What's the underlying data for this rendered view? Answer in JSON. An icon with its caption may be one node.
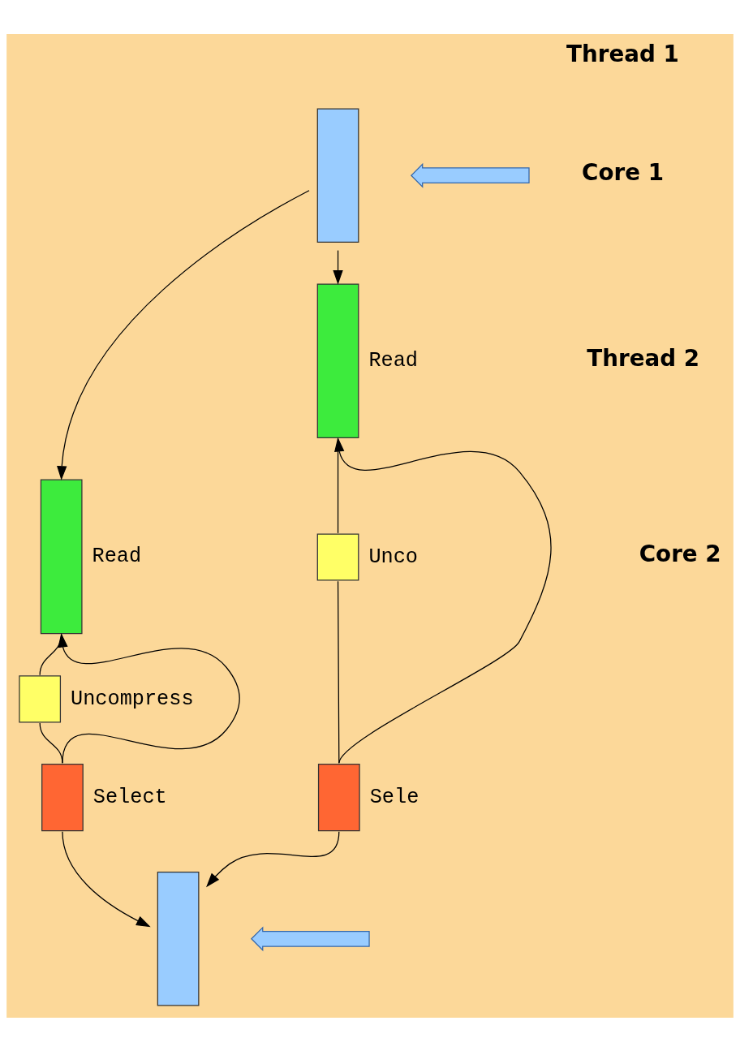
{
  "diagram": {
    "nodes": [
      {
        "text": [],
        "shape": "box"
      },
      {
        "text": [],
        "shape": "box",
        "beside": [
          "Read"
        ]
      },
      {
        "text": [],
        "shape": "box",
        "beside": [
          "Uncompress"
        ]
      },
      {
        "text": [],
        "shape": "box",
        "beside": [
          "Select"
        ]
      },
      {
        "text": [],
        "shape": "box",
        "beside": [
          "Read"
        ]
      },
      {
        "text": [],
        "shape": "box",
        "beside": [
          "Unco"
        ]
      },
      {
        "text": [],
        "shape": "box",
        "beside": [
          "Sele"
        ]
      },
      {
        "text": [],
        "shape": "box"
      },
      {
        "text": [],
        "shape": "arrow"
      },
      {
        "text": [],
        "shape": "arrow"
      }
    ],
    "edges": [
      {
        "from": 0,
        "to": 1,
        "arrow": "to"
      },
      {
        "from": 0,
        "to": 4,
        "arrow": "to"
      },
      {
        "from": 1,
        "to": 2,
        "arrow": "none"
      },
      {
        "from": 2,
        "to": 3,
        "arrow": "none"
      },
      {
        "from": 3,
        "to": 1,
        "arrow": "to"
      },
      {
        "from": 3,
        "to": 7,
        "arrow": "to"
      },
      {
        "from": 4,
        "to": 5,
        "arrow": "none"
      },
      {
        "from": 5,
        "to": 6,
        "arrow": "none"
      },
      {
        "from": 6,
        "to": 4,
        "arrow": "to"
      },
      {
        "from": 6,
        "to": 7,
        "arrow": "to"
      }
    ],
    "labels": [
      "Thread 1",
      "Core 1",
      "Thread 2",
      "Core 2"
    ]
  }
}
